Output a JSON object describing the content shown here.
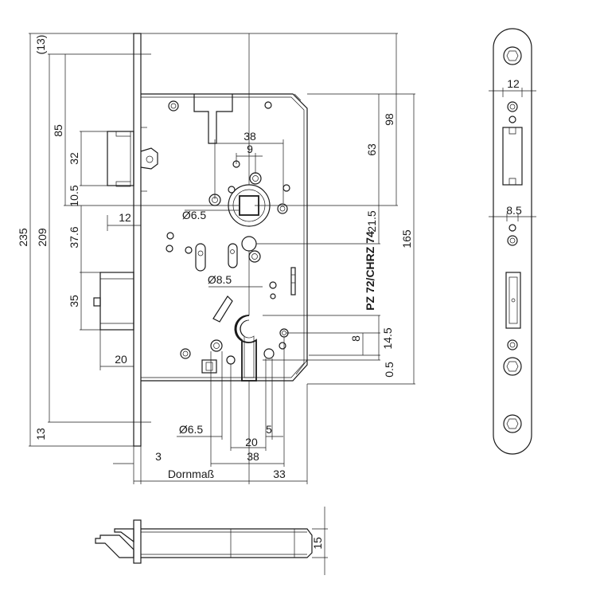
{
  "dimensions": {
    "d13_top": "(13)",
    "d235": "235",
    "d209": "209",
    "d85": "85",
    "d32": "32",
    "d10_5": "10.5",
    "d37_6": "37.6",
    "d35": "35",
    "d13_bottom": "13",
    "d12_left": "12",
    "d20_left": "20",
    "d3": "3",
    "backset": "Dornmaß",
    "d33": "33",
    "d38_top": "38",
    "d9": "9",
    "dia6_5_top": "Ø6.5",
    "dia8_5": "Ø8.5",
    "dia6_5_bottom": "Ø6.5",
    "d20_bottom": "20",
    "d5": "5",
    "d38_bottom": "38",
    "d98": "98",
    "d63": "63",
    "d21_5": "21.5",
    "d165": "165",
    "d8": "8",
    "d14_5": "14.5",
    "d0_5": "0.5",
    "pz_label": "PZ 72/CHRZ 74",
    "d12_faceplate": "12",
    "d8_5_faceplate": "8.5",
    "d15": "15"
  }
}
